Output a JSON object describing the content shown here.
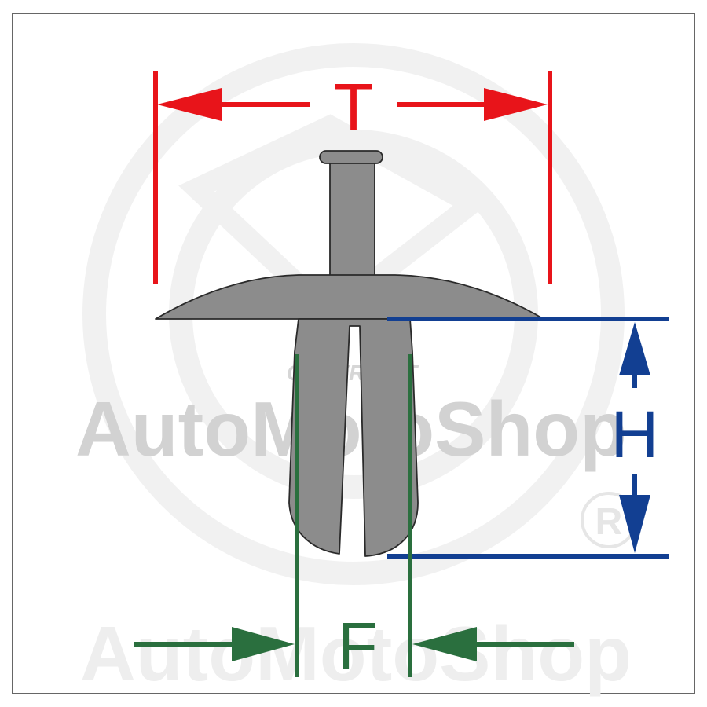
{
  "diagram": {
    "labels": {
      "width_top": "T",
      "height": "H",
      "width_leg": "F"
    },
    "colors": {
      "t_dimension": "#e8141a",
      "h_dimension": "#123f92",
      "f_dimension": "#2a6f3e",
      "clip_fill": "#8c8c8c",
      "outline": "#2a2a2a",
      "frame": "#333333",
      "watermark": "#d2d2d2",
      "watermark_faint": "#ededed"
    }
  },
  "watermark": {
    "brand_primary": "AutoMotoShop",
    "brand_secondary": "AutoMotoShop",
    "copyright": "COPYRIGHT",
    "registered_mark": "R"
  }
}
